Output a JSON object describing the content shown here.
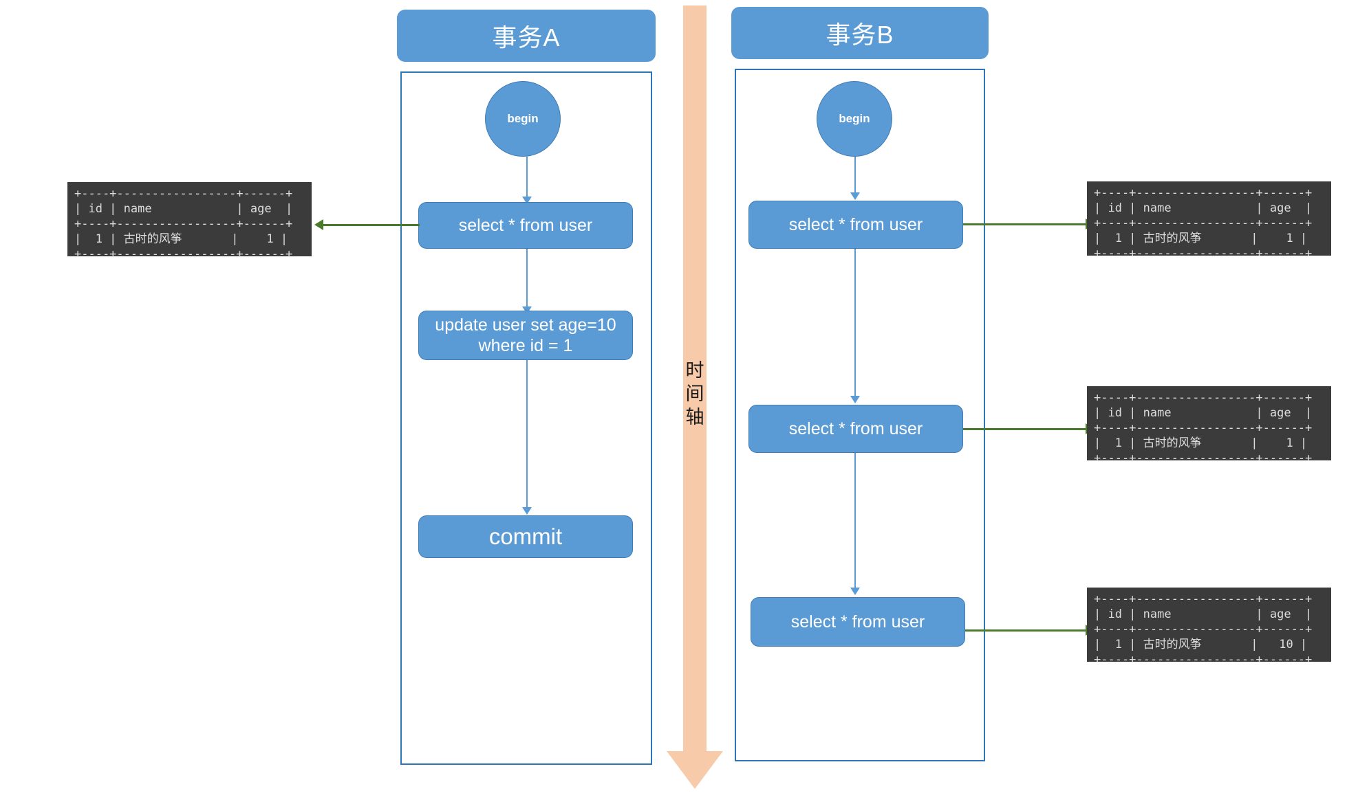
{
  "diagram": {
    "title_a": "事务A",
    "title_b": "事务B",
    "timeline_label": "时间轴",
    "colors": {
      "node_fill": "#5b9bd5",
      "lane_border": "#2e75b6",
      "flow_arrow": "#5b9bd5",
      "result_arrow": "#4a7a2b",
      "console_bg": "#3b3b3b",
      "console_text": "#dcdcdc",
      "axis_fill": "#f7caaa"
    }
  },
  "lane_a": {
    "header": "事务A",
    "nodes": {
      "begin": "begin",
      "select": "select * from user",
      "update_line1": "update user set age=10",
      "update_line2": "where id = 1",
      "commit": "commit"
    }
  },
  "lane_b": {
    "header": "事务B",
    "nodes": {
      "begin": "begin",
      "select1": "select * from user",
      "select2": "select * from user",
      "select3": "select * from user"
    }
  },
  "results": {
    "a_select": {
      "border": "+----+-----------------+------+",
      "header": "| id | name            | age  |",
      "row": "|  1 | 古时的风筝       |    1 |",
      "id": "1",
      "name": "古时的风筝",
      "age": "1"
    },
    "b_select1": {
      "border": "+----+-----------------+------+",
      "header": "| id | name            | age  |",
      "row": "|  1 | 古时的风筝       |    1 |",
      "id": "1",
      "name": "古时的风筝",
      "age": "1"
    },
    "b_select2": {
      "border": "+----+-----------------+------+",
      "header": "| id | name            | age  |",
      "row": "|  1 | 古时的风筝       |    1 |",
      "id": "1",
      "name": "古时的风筝",
      "age": "1"
    },
    "b_select3": {
      "border": "+----+-----------------+------+",
      "header": "| id | name            | age  |",
      "row": "|  1 | 古时的风筝       |   10 |",
      "id": "1",
      "name": "古时的风筝",
      "age": "10"
    }
  },
  "timeline": {
    "char1": "时",
    "char2": "间",
    "char3": "轴"
  }
}
